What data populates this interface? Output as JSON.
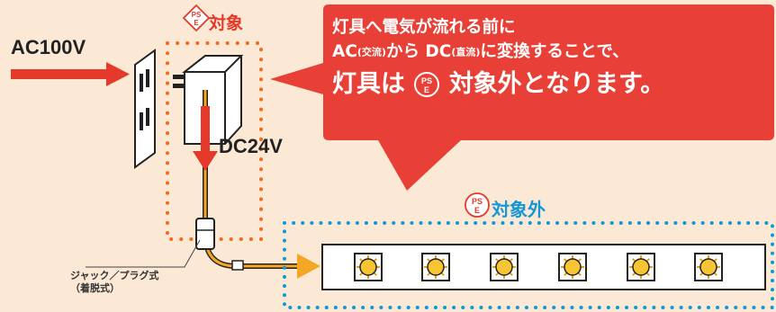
{
  "labels": {
    "ac_input": "AC100V",
    "dc_output": "DC24V",
    "target": "対象",
    "non_target": "対象外",
    "jack_line1": "ジャック／プラグ式",
    "jack_line2": "（着脱式）"
  },
  "callout": {
    "line1": "灯具へ電気が流れる前に",
    "line2_ac": "AC",
    "line2_ac_paren": "(交流)",
    "line2_mid": "から DC",
    "line2_dc_paren": "(直流)",
    "line2_end": "に変換することで、",
    "line3_start": "灯具は",
    "line3_end": "対象外となります。"
  },
  "pse_mark": {
    "top": "PS",
    "bottom": "E"
  },
  "colors": {
    "accent_red": "#e4392b",
    "callout_red": "#e84036",
    "blue": "#1497d4",
    "orange": "#f5a623",
    "led_yellow": "#f7c531",
    "background": "#fbe9d6"
  },
  "icons": {
    "outlet": "wall-outlet-icon",
    "adapter": "ac-adapter-icon",
    "pse_diamond": "pse-diamond-mark-icon",
    "pse_round": "pse-round-mark-icon",
    "led": "led-chip-icon",
    "connector": "jack-plug-connector-icon"
  }
}
